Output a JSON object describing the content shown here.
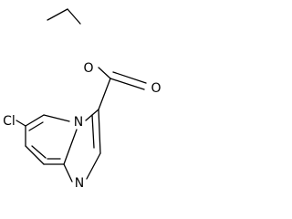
{
  "molecule": {
    "atom_labels": {
      "ester_oxygen": "O",
      "carbonyl_oxygen": "O",
      "bridgehead_nitrogen": "N",
      "imidazole_nitrogen": "N",
      "chlorine": "Cl"
    }
  },
  "colors": {
    "bond": "#000000",
    "text": "#000000",
    "background": "#ffffff"
  }
}
